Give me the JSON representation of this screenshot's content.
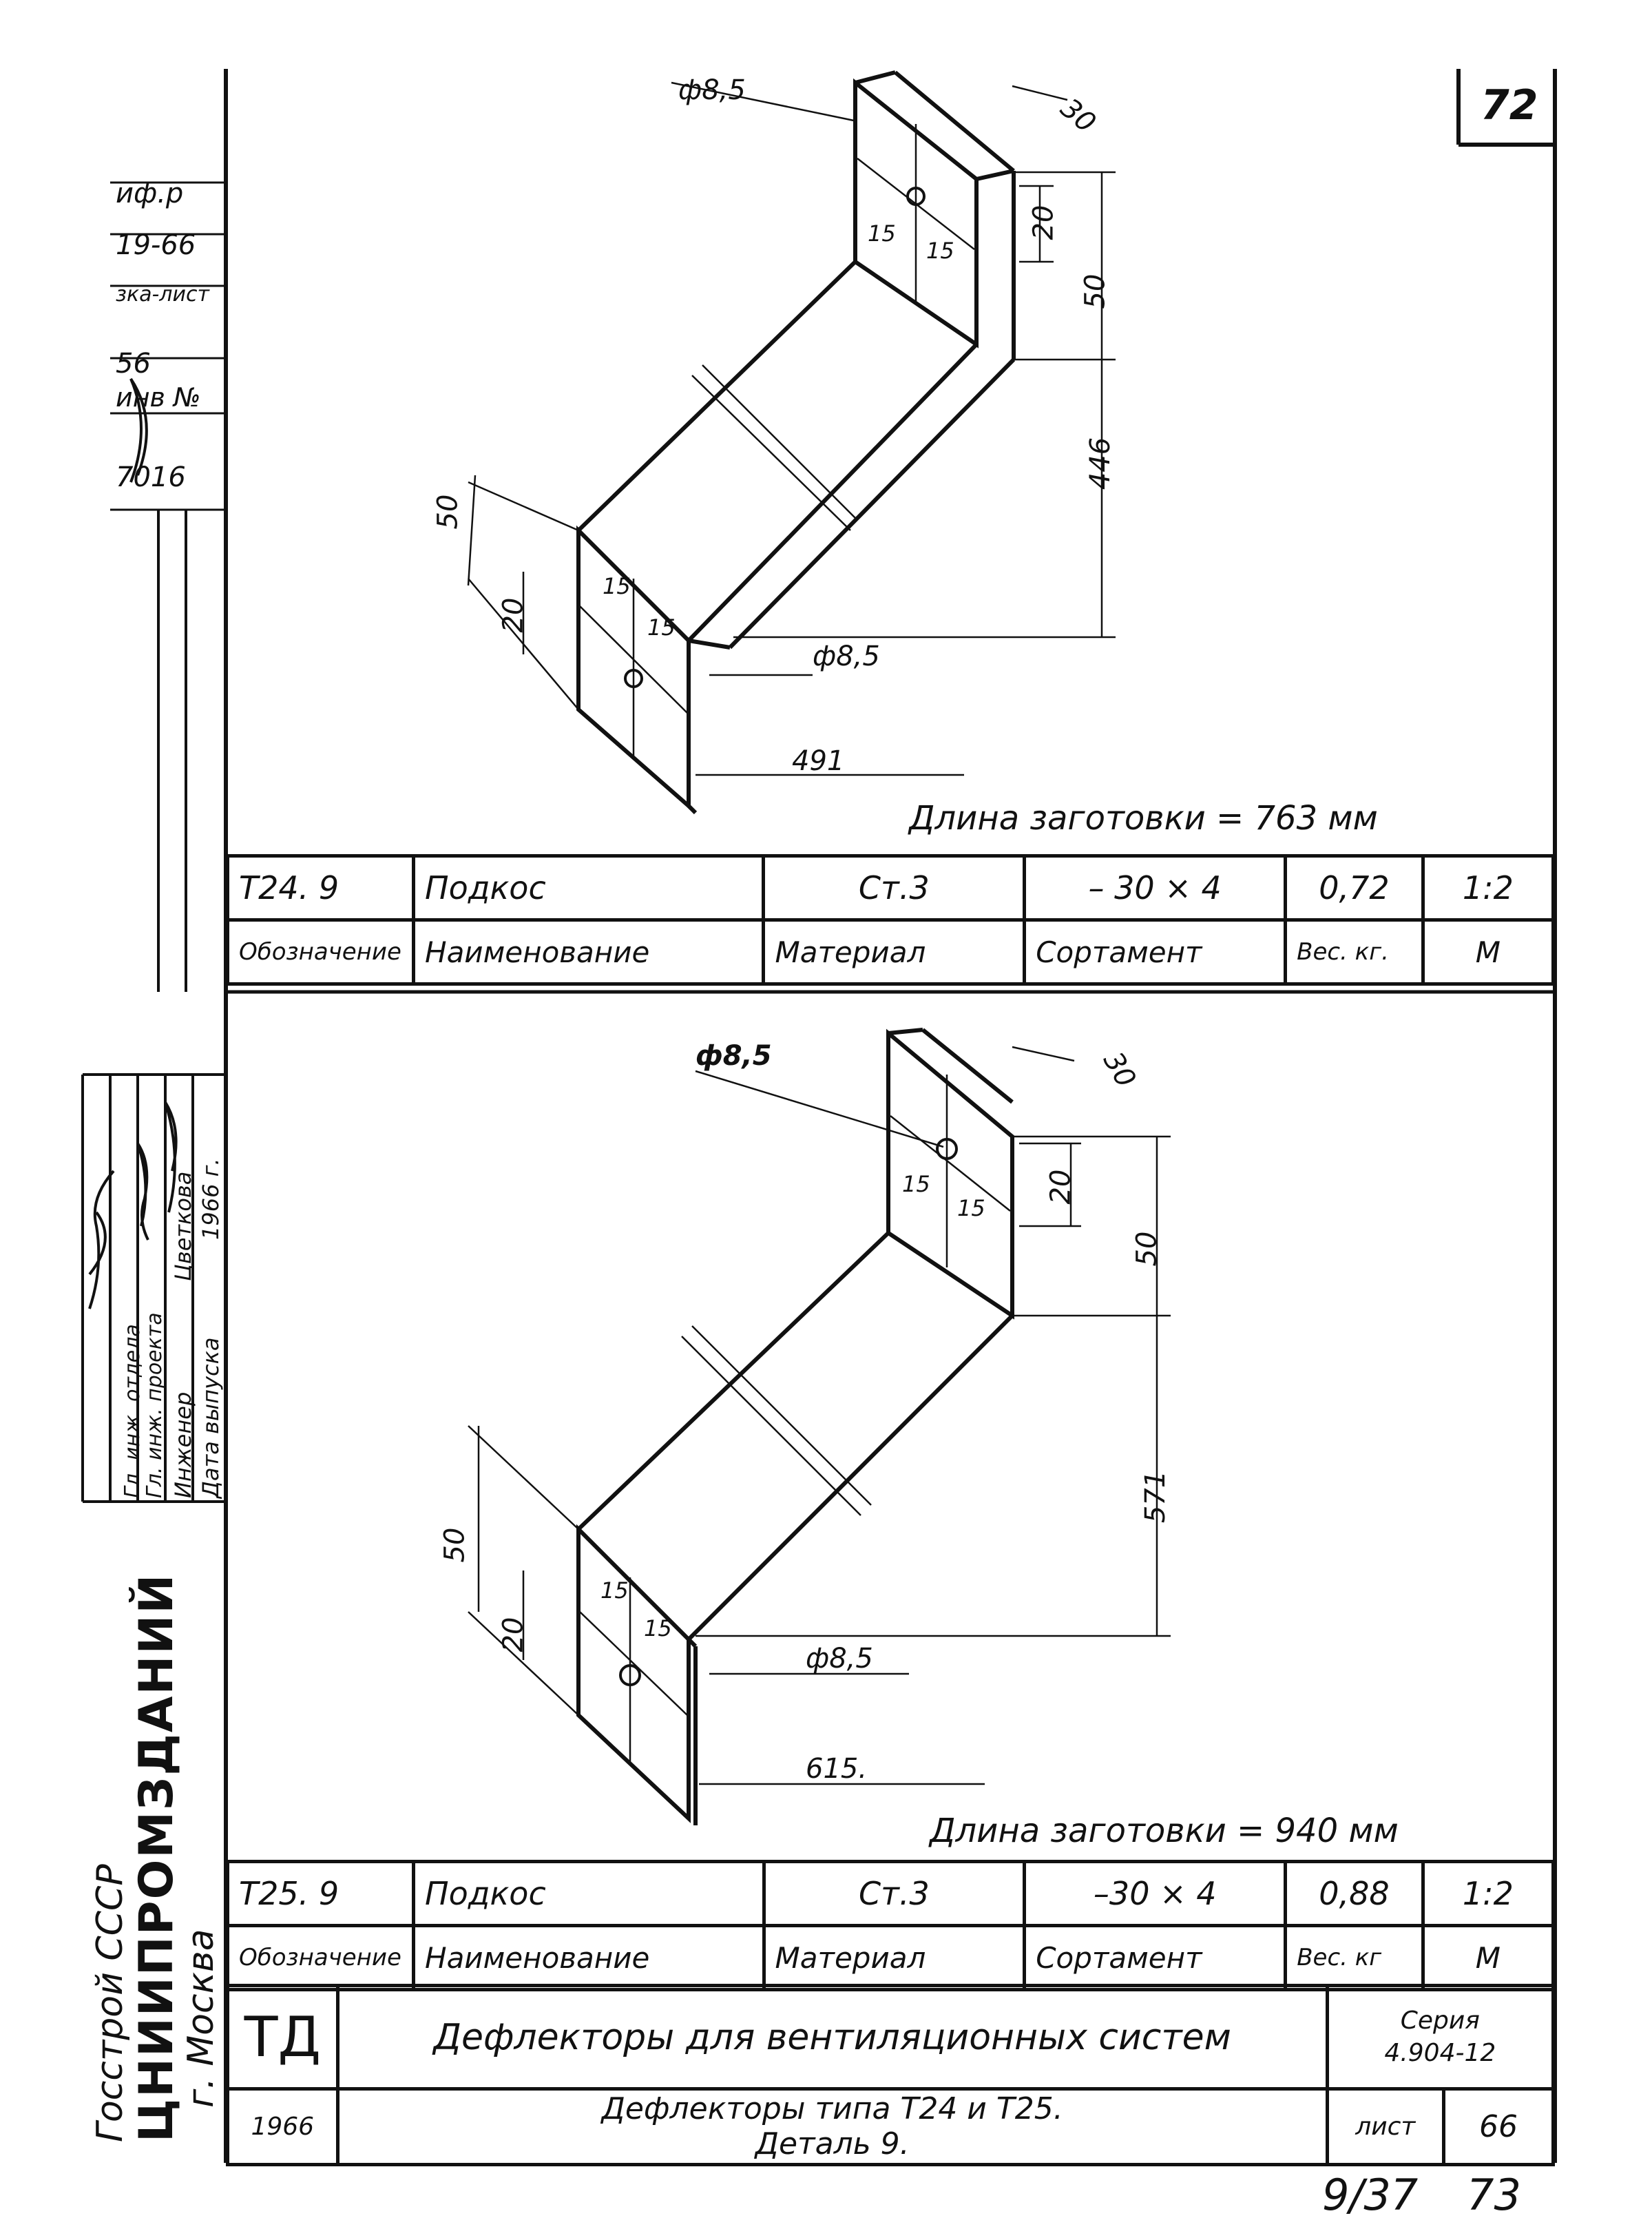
{
  "sheet_number": "72",
  "bottom_code": "9/37",
  "bottom_number": "73",
  "left_margin": {
    "entries": [
      "иф.р",
      "19-66",
      "зка-лист",
      "56",
      "инв №",
      "7016"
    ],
    "org_line1": "Госстрой СССР",
    "org_line2": "ЦНИИПРОМЗДАНИЙ",
    "org_line3": "г. Москва",
    "signature_rows": [
      {
        "role": "Гл. инж. отдела",
        "name": ""
      },
      {
        "role": "Гл. инж. проекта",
        "name": ""
      },
      {
        "role": "Инженер",
        "name": "Цветкова"
      },
      {
        "role": "Дата выпуска",
        "name": "1966 г."
      }
    ]
  },
  "detail_top": {
    "dims": {
      "hole_top": "ф8,5",
      "width": "30",
      "hole_offset": "20",
      "flange_len": "50",
      "center_len": "446",
      "left_flange": "50",
      "left_hole": "20",
      "h15a": "15",
      "h15b": "15",
      "h15c": "15",
      "h15d": "15",
      "hole_bottom": "ф8,5",
      "base_len": "491"
    },
    "blank_length": "Длина заготовки = 763 мм"
  },
  "table_top": {
    "row": [
      "Т24. 9",
      "Подкос",
      "Ст.3",
      "– 30 × 4",
      "0,72",
      "1:2"
    ],
    "header": [
      "Обозначение",
      "Наименование",
      "Материал",
      "Сортамент",
      "Вес. кг.",
      "М"
    ]
  },
  "detail_bottom": {
    "dims": {
      "hole_top": "ф8,5",
      "width": "30",
      "hole_offset": "20",
      "flange_len": "50",
      "center_len": "571",
      "left_flange": "50",
      "left_hole": "20",
      "h15a": "15",
      "h15b": "15",
      "h15c": "15",
      "h15d": "15",
      "hole_bottom": "ф8,5",
      "base_len": "615."
    },
    "blank_length": "Длина заготовки = 940 мм"
  },
  "table_bottom": {
    "row": [
      "Т25. 9",
      "Подкос",
      "Ст.3",
      "–30 × 4",
      "0,88",
      "1:2"
    ],
    "header": [
      "Обозначение",
      "Наименование",
      "Материал",
      "Сортамент",
      "Вес. кг",
      "М"
    ]
  },
  "title_block": {
    "logo": "ТД",
    "title": "Дефлекторы для вентиляционных систем",
    "series_label": "Серия",
    "series_value": "4.904-12",
    "year": "1966",
    "subtitle_line1": "Дефлекторы типа Т24 и Т25.",
    "subtitle_line2": "Деталь 9.",
    "sheet_label": "лист",
    "sheet_value": "66"
  }
}
